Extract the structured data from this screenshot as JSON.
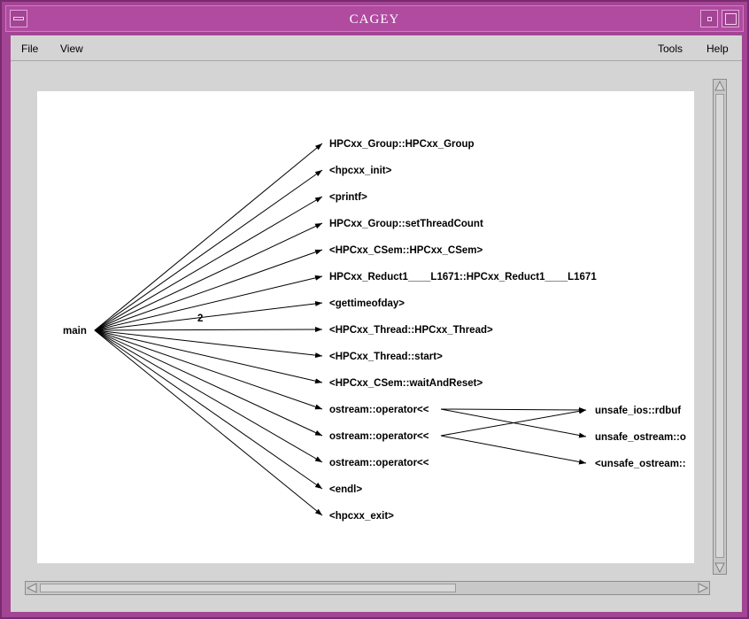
{
  "window": {
    "title": "CAGEY"
  },
  "menu": {
    "file": "File",
    "view": "View",
    "tools": "Tools",
    "help": "Help"
  },
  "graph": {
    "root": "main",
    "callees": [
      "HPCxx_Group::HPCxx_Group",
      "<hpcxx_init>",
      "<printf>",
      "HPCxx_Group::setThreadCount",
      "<HPCxx_CSem::HPCxx_CSem>",
      "HPCxx_Reduct1____L1671::HPCxx_Reduct1____L1671",
      "<gettimeofday>",
      "<HPCxx_Thread::HPCxx_Thread>",
      "<HPCxx_Thread::start>",
      "<HPCxx_CSem::waitAndReset>",
      "ostream::operator<<",
      "ostream::operator<<",
      "ostream::operator<<",
      "<endl>",
      "<hpcxx_exit>"
    ],
    "edge_label": "2",
    "secondary": [
      "unsafe_ios::rdbuf",
      "unsafe_ostream::o",
      "<unsafe_ostream::"
    ]
  }
}
